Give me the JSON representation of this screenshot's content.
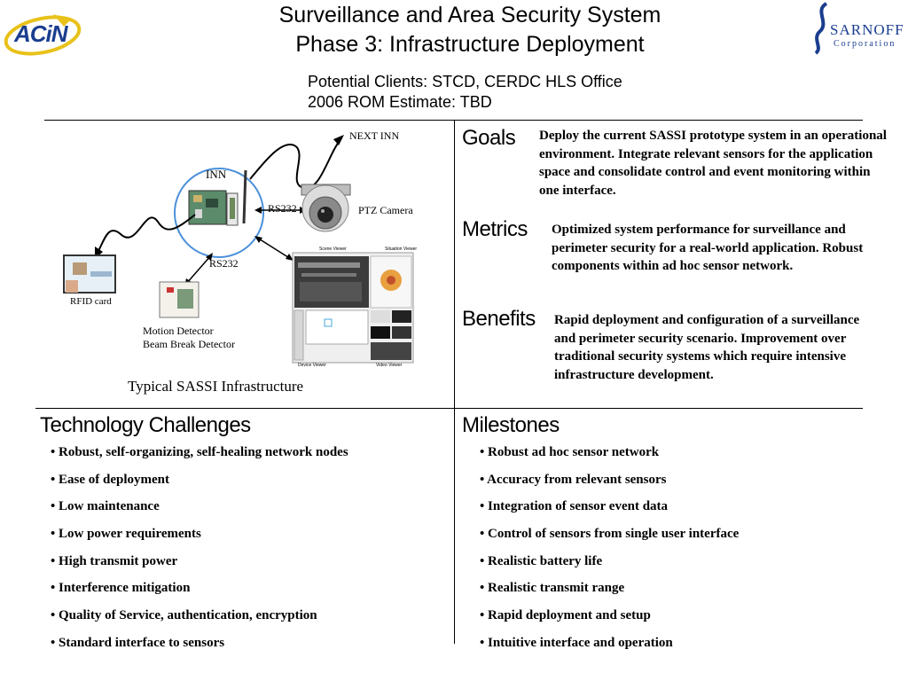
{
  "header": {
    "title_line1": "Surveillance and Area Security System",
    "title_line2": "Phase 3: Infrastructure Deployment",
    "clients": "Potential Clients: STCD, CERDC HLS Office",
    "estimate": "2006 ROM Estimate: TBD",
    "left_logo_text": "ACiN",
    "right_logo_text": "SARNOFF",
    "right_logo_sub": "Corporation"
  },
  "diagram": {
    "next_inn": "NEXT INN",
    "inn": "INN",
    "rs232_top": "RS232",
    "rs232_bottom": "RS232",
    "ptz_camera": "PTZ Camera",
    "rfid_card": "RFID card",
    "motion_detector": "Motion Detector",
    "beam_break": "Beam Break Detector",
    "caption": "Typical SASSI Infrastructure",
    "viewer_labels": {
      "scene": "Scene Viewer",
      "situation": "Situation Viewer",
      "device": "Device Viewer",
      "video": "Video Viewer"
    }
  },
  "goals": {
    "heading": "Goals",
    "text": "Deploy the current SASSI prototype system in an operational environment.  Integrate relevant sensors for the application space and consolidate control and event monitoring within one interface."
  },
  "metrics": {
    "heading": "Metrics",
    "text": "Optimized system performance for surveillance and perimeter security for a real-world application.  Robust components within ad hoc sensor network."
  },
  "benefits": {
    "heading": "Benefits",
    "text": "Rapid deployment and configuration of a surveillance and perimeter security scenario.  Improvement over traditional security systems which require intensive infrastructure development."
  },
  "technology_challenges": {
    "heading": "Technology Challenges",
    "items": [
      "• Robust, self-organizing, self-healing network nodes",
      "• Ease of deployment",
      "• Low maintenance",
      "• Low power requirements",
      "• High transmit power",
      "• Interference mitigation",
      "• Quality of Service, authentication, encryption",
      "• Standard interface to sensors"
    ]
  },
  "milestones": {
    "heading": "Milestones",
    "items": [
      "• Robust ad hoc sensor network",
      "• Accuracy from relevant sensors",
      "• Integration of sensor event data",
      "• Control of sensors from single user interface",
      "• Realistic battery life",
      "• Realistic transmit range",
      "• Rapid deployment and setup",
      "• Intuitive interface and operation"
    ]
  }
}
